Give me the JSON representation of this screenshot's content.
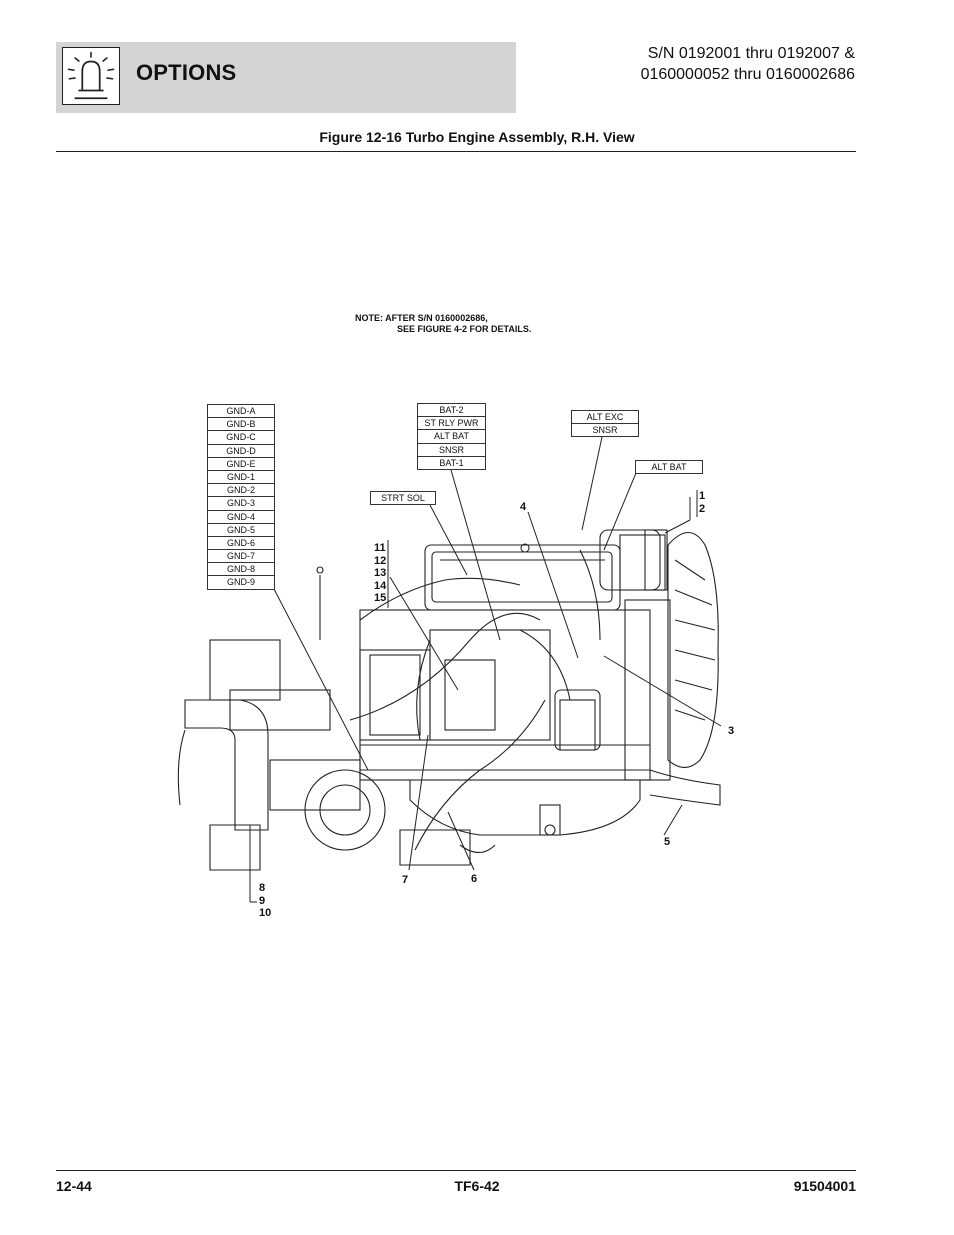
{
  "header": {
    "section_title": "OPTIONS",
    "icon": "beacon-light-icon",
    "serial_line1": "S/N 0192001 thru 0192007 &",
    "serial_line2": "0160000052 thru 0160002686"
  },
  "figure": {
    "title": "Figure 12-16 Turbo Engine Assembly, R.H. View",
    "note_line1": "NOTE:  AFTER S/N 0160002686,",
    "note_line2": "SEE FIGURE 4-2 FOR DETAILS."
  },
  "label_boxes": {
    "ground": [
      "GND-A",
      "GND-B",
      "GND-C",
      "GND-D",
      "GND-E",
      "GND-1",
      "GND-2",
      "GND-3",
      "GND-4",
      "GND-5",
      "GND-6",
      "GND-7",
      "GND-8",
      "GND-9"
    ],
    "battery": [
      "BAT-2",
      "ST RLY PWR",
      "ALT BAT",
      "SNSR",
      "BAT-1"
    ],
    "alternator": [
      "ALT EXC",
      "SNSR"
    ],
    "alt_bat": "ALT BAT",
    "strt_sol": "STRT SOL"
  },
  "callouts": {
    "c1": "1",
    "c2": "2",
    "c3": "3",
    "c4": "4",
    "c5": "5",
    "c6": "6",
    "c7": "7",
    "c8": "8",
    "c9": "9",
    "c10": "10",
    "c11": "11",
    "c12": "12",
    "c13": "13",
    "c14": "14",
    "c15": "15"
  },
  "footer": {
    "page": "12-44",
    "model": "TF6-42",
    "doc": "91504001"
  }
}
